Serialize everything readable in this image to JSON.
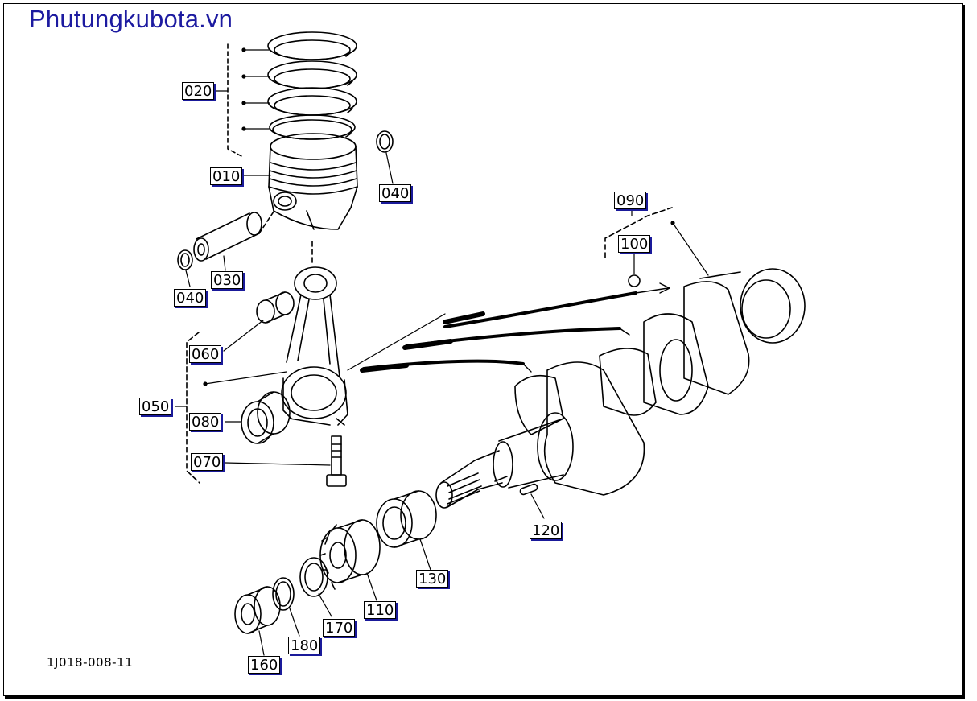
{
  "brand": "Phutungkubota.vn",
  "diagram_code": "1J018-008-11",
  "colors": {
    "brand": "#1c1aa0",
    "label_border": "#000000",
    "label_shadow": "#1a1a9a"
  },
  "parts": {
    "p010": "010",
    "p020": "020",
    "p030": "030",
    "p040a": "040",
    "p040b": "040",
    "p050": "050",
    "p060": "060",
    "p070": "070",
    "p080": "080",
    "p090": "090",
    "p100": "100",
    "p110": "110",
    "p120": "120",
    "p130": "130",
    "p160": "160",
    "p170": "170",
    "p180": "180"
  }
}
